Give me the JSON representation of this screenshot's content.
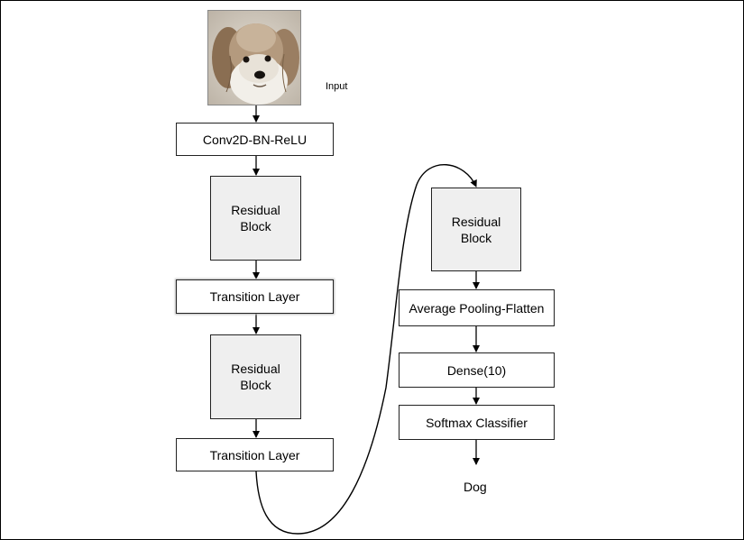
{
  "input": {
    "label": "Input",
    "image": "dog-photo"
  },
  "left_column": {
    "conv": "Conv2D-BN-ReLU",
    "residual_1": "Residual\nBlock",
    "transition_1": "Transition Layer",
    "residual_2": "Residual\nBlock",
    "transition_2": "Transition Layer"
  },
  "right_column": {
    "residual_3": "Residual\nBlock",
    "pooling": "Average Pooling-Flatten",
    "dense": "Dense(10)",
    "softmax": "Softmax Classifier",
    "output": "Dog"
  },
  "colors": {
    "block_fill": "#efefef",
    "border": "#222222",
    "line": "#000000"
  }
}
